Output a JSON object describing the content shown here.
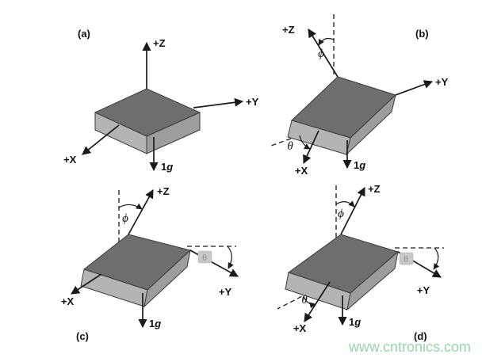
{
  "colors": {
    "background": "#ffffff",
    "line": "#1a1a1a",
    "box_top": "#6e6e6e",
    "box_front_left": "#b4b4b4",
    "box_front_right": "#9d9d9d",
    "box_outline": "#3a3a3a",
    "theta_glyph_bg": "#c8c8c8",
    "theta_glyph_fg": "#8f8f8f",
    "watermark_text": "#99d4ad"
  },
  "panels": [
    {
      "label": "(a)"
    },
    {
      "label": "(b)"
    },
    {
      "label": "(c)"
    },
    {
      "label": "(d)"
    }
  ],
  "axis_labels": {
    "x": "+X",
    "y": "+Y",
    "z": "+Z"
  },
  "gravity": {
    "value": "1",
    "symbol": "g"
  },
  "angle_labels": {
    "phi": "ϕ",
    "theta": "θ"
  },
  "watermark": {
    "text": "www.cntronics.com"
  }
}
